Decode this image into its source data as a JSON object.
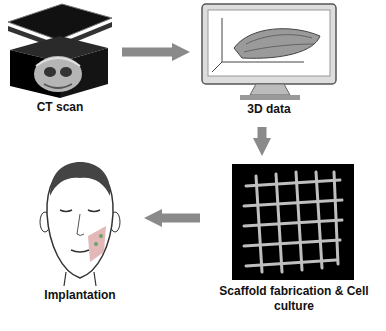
{
  "diagram": {
    "nodes": [
      {
        "text": [
          "CT scan"
        ]
      },
      {
        "text": [
          "3D data"
        ]
      },
      {
        "text": [
          "Scaffold fabrication & Cell culture"
        ]
      },
      {
        "text": [
          "Implantation"
        ]
      }
    ],
    "edges": [
      {
        "from": 0,
        "to": 1,
        "arrow": "to"
      },
      {
        "from": 1,
        "to": 2,
        "arrow": "to"
      },
      {
        "from": 2,
        "to": 3,
        "arrow": "to"
      }
    ]
  }
}
